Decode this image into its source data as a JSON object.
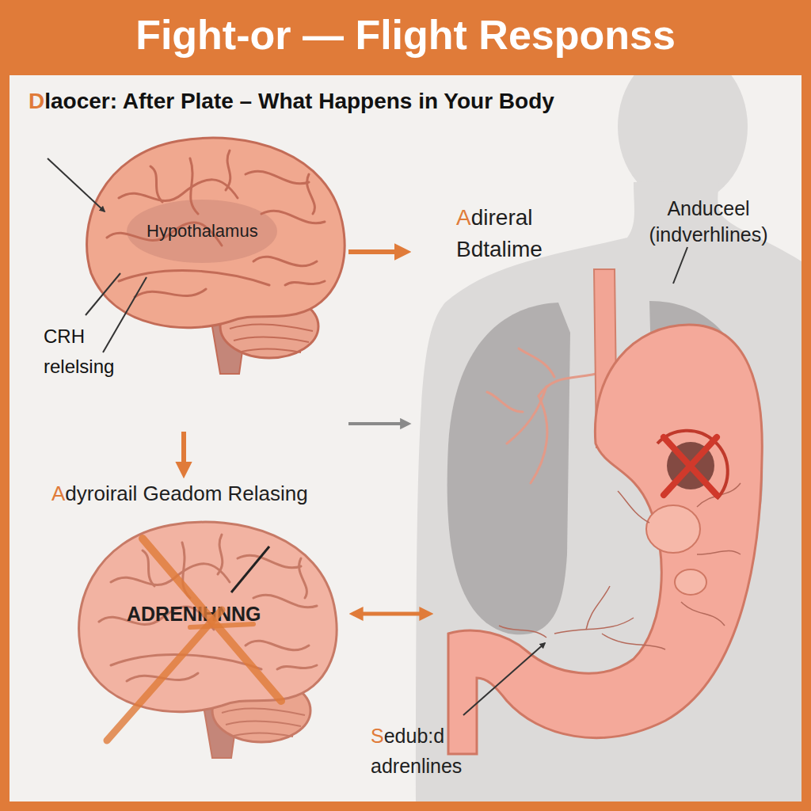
{
  "diagram": {
    "title": "Fight-or — Flight Responss",
    "nodes": [
      {
        "text": [
          "Hypothalamus"
        ]
      },
      {
        "text": [
          "Adireral Bdtalime",
          "Anduceel (indverhlines)"
        ]
      },
      {
        "text": [
          "Sedub:d adrenlines"
        ],
        "in": 1
      },
      {
        "text": [
          "Adyroirail Geadom Relasing",
          "ADRENIHNNG"
        ]
      }
    ],
    "edges": [
      {
        "from": 0,
        "to": 1,
        "arrow": "to"
      },
      {
        "from": 0,
        "to": 3,
        "arrow": "to"
      },
      {
        "from": 0,
        "to": 1,
        "arrow": "to"
      },
      {
        "from": 3,
        "to": 2,
        "arrow": "both"
      }
    ],
    "labels": [
      "Dlaocer: After Plate – What Happens in Your Body",
      "CRH relelsing"
    ]
  }
}
